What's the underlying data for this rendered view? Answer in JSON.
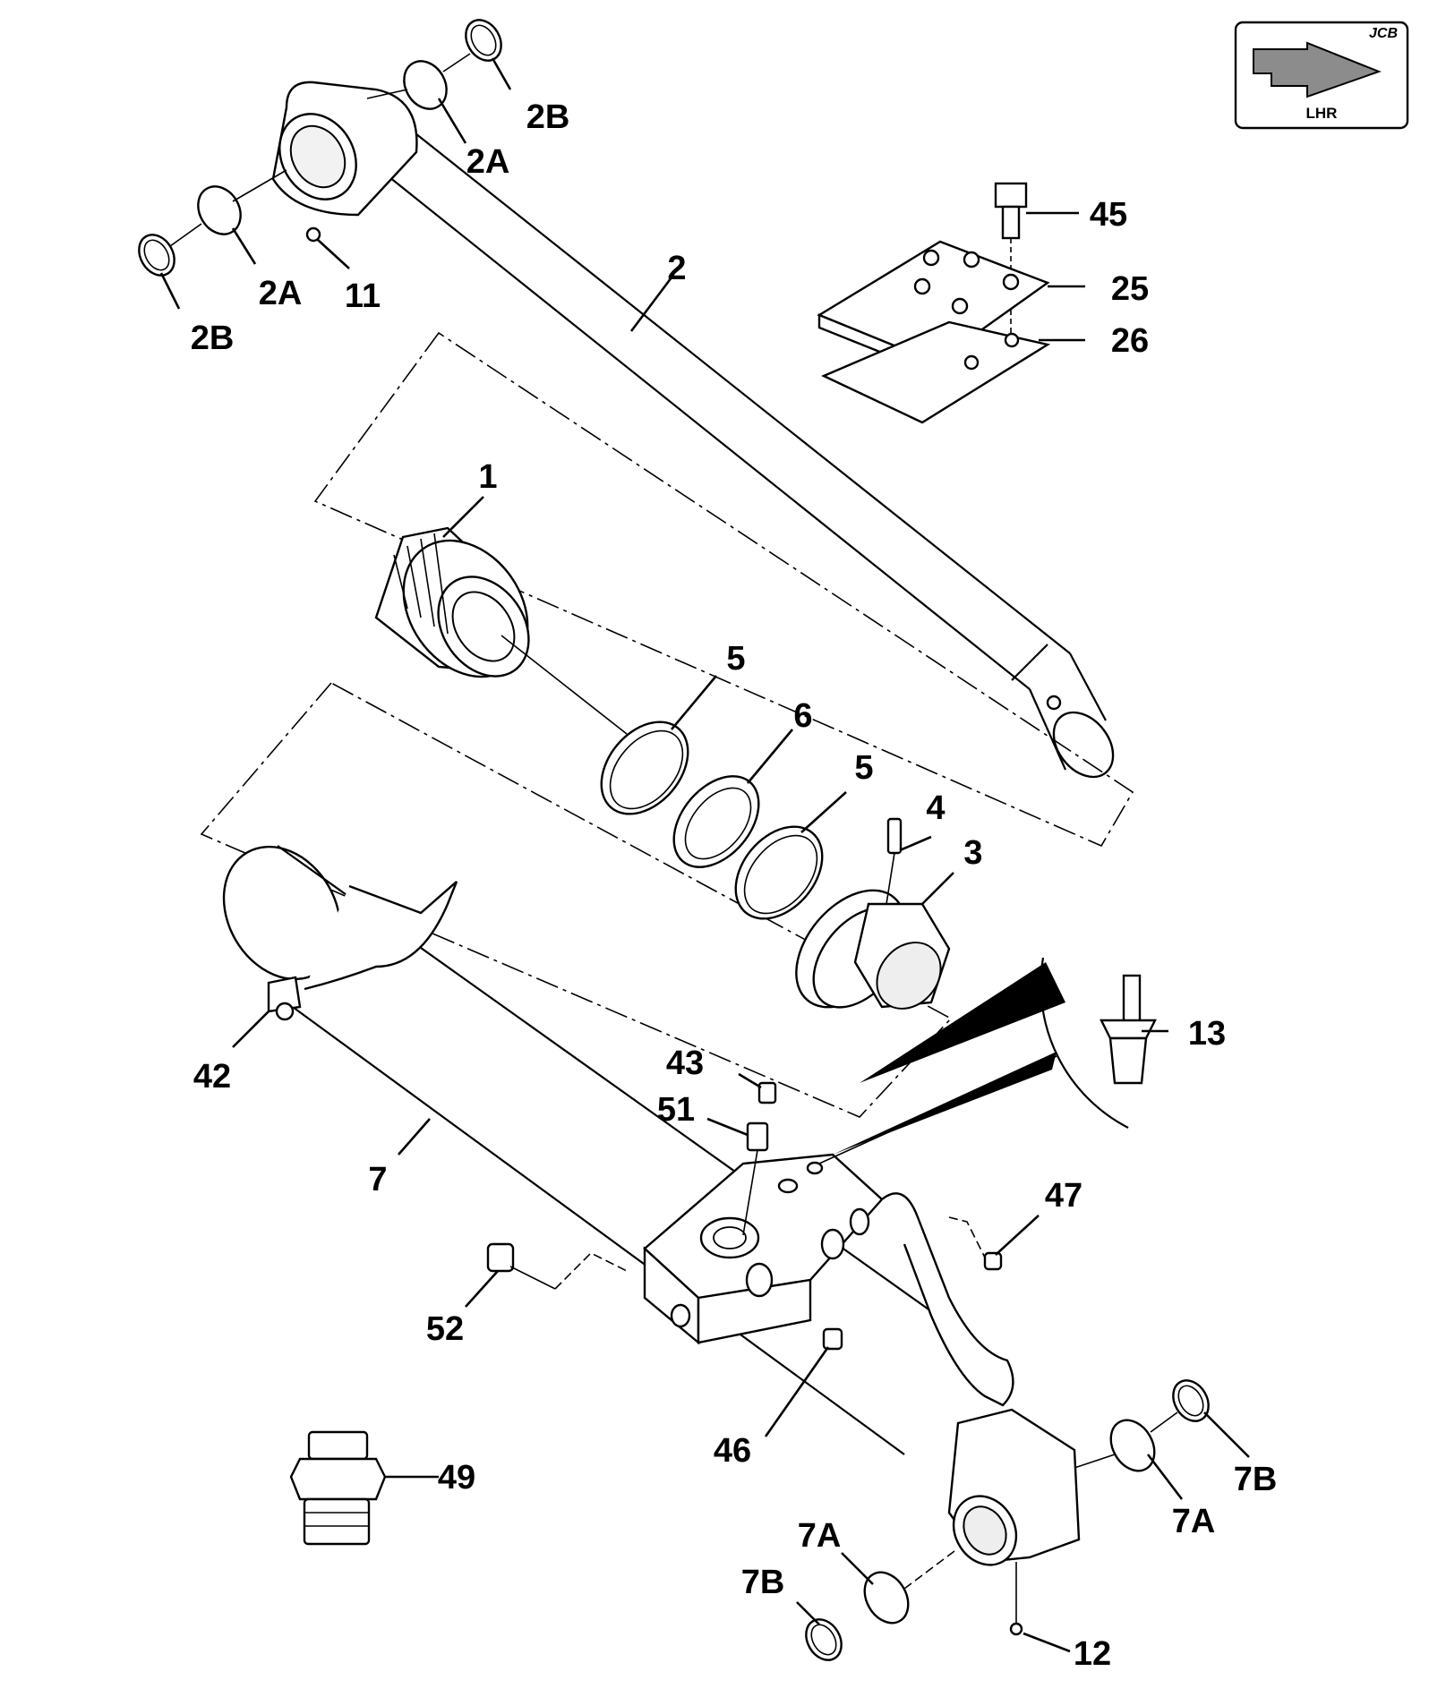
{
  "badge": {
    "logo": "JCB",
    "side_label": "LHR",
    "arrow_color": "#8c8c8c"
  },
  "parts": [
    {
      "id": "p1",
      "label": "1"
    },
    {
      "id": "p2",
      "label": "2"
    },
    {
      "id": "p2a_top",
      "label": "2A"
    },
    {
      "id": "p2a_left",
      "label": "2A"
    },
    {
      "id": "p2b_top",
      "label": "2B"
    },
    {
      "id": "p2b_left",
      "label": "2B"
    },
    {
      "id": "p3",
      "label": "3"
    },
    {
      "id": "p4",
      "label": "4"
    },
    {
      "id": "p5_upper",
      "label": "5"
    },
    {
      "id": "p5_lower",
      "label": "5"
    },
    {
      "id": "p6",
      "label": "6"
    },
    {
      "id": "p7",
      "label": "7"
    },
    {
      "id": "p7a_left",
      "label": "7A"
    },
    {
      "id": "p7a_right",
      "label": "7A"
    },
    {
      "id": "p7b_left",
      "label": "7B"
    },
    {
      "id": "p7b_right",
      "label": "7B"
    },
    {
      "id": "p11",
      "label": "11"
    },
    {
      "id": "p12",
      "label": "12"
    },
    {
      "id": "p13",
      "label": "13"
    },
    {
      "id": "p25",
      "label": "25"
    },
    {
      "id": "p26",
      "label": "26"
    },
    {
      "id": "p42",
      "label": "42"
    },
    {
      "id": "p43",
      "label": "43"
    },
    {
      "id": "p45",
      "label": "45"
    },
    {
      "id": "p46",
      "label": "46"
    },
    {
      "id": "p47",
      "label": "47"
    },
    {
      "id": "p49",
      "label": "49"
    },
    {
      "id": "p51",
      "label": "51"
    },
    {
      "id": "p52",
      "label": "52"
    }
  ]
}
